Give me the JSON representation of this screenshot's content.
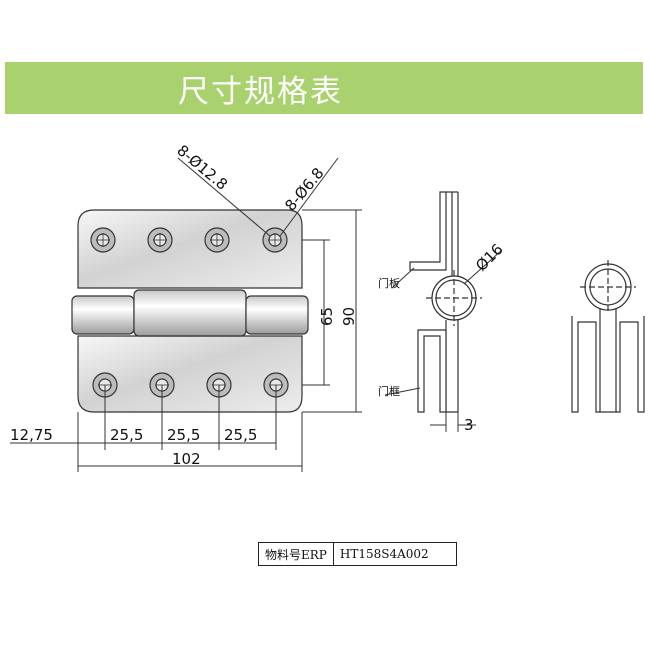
{
  "banner": {
    "title": "尺寸规格表",
    "color": "#a9d26f"
  },
  "front_view": {
    "hole_large_label": "8-Ø12.8",
    "hole_small_label": "8-Ø6.8",
    "height_inner": "65",
    "height_total": "90",
    "offset_left": "12,75",
    "pitch_1": "25,5",
    "pitch_2": "25,5",
    "pitch_3": "25,5",
    "width_total": "102"
  },
  "side_view": {
    "diameter_label": "Ø16",
    "door_panel_label": "门板",
    "door_frame_label": "门框",
    "thickness": "3"
  },
  "erp": {
    "label": "物料号ERP",
    "value": "HT158S4A002"
  }
}
